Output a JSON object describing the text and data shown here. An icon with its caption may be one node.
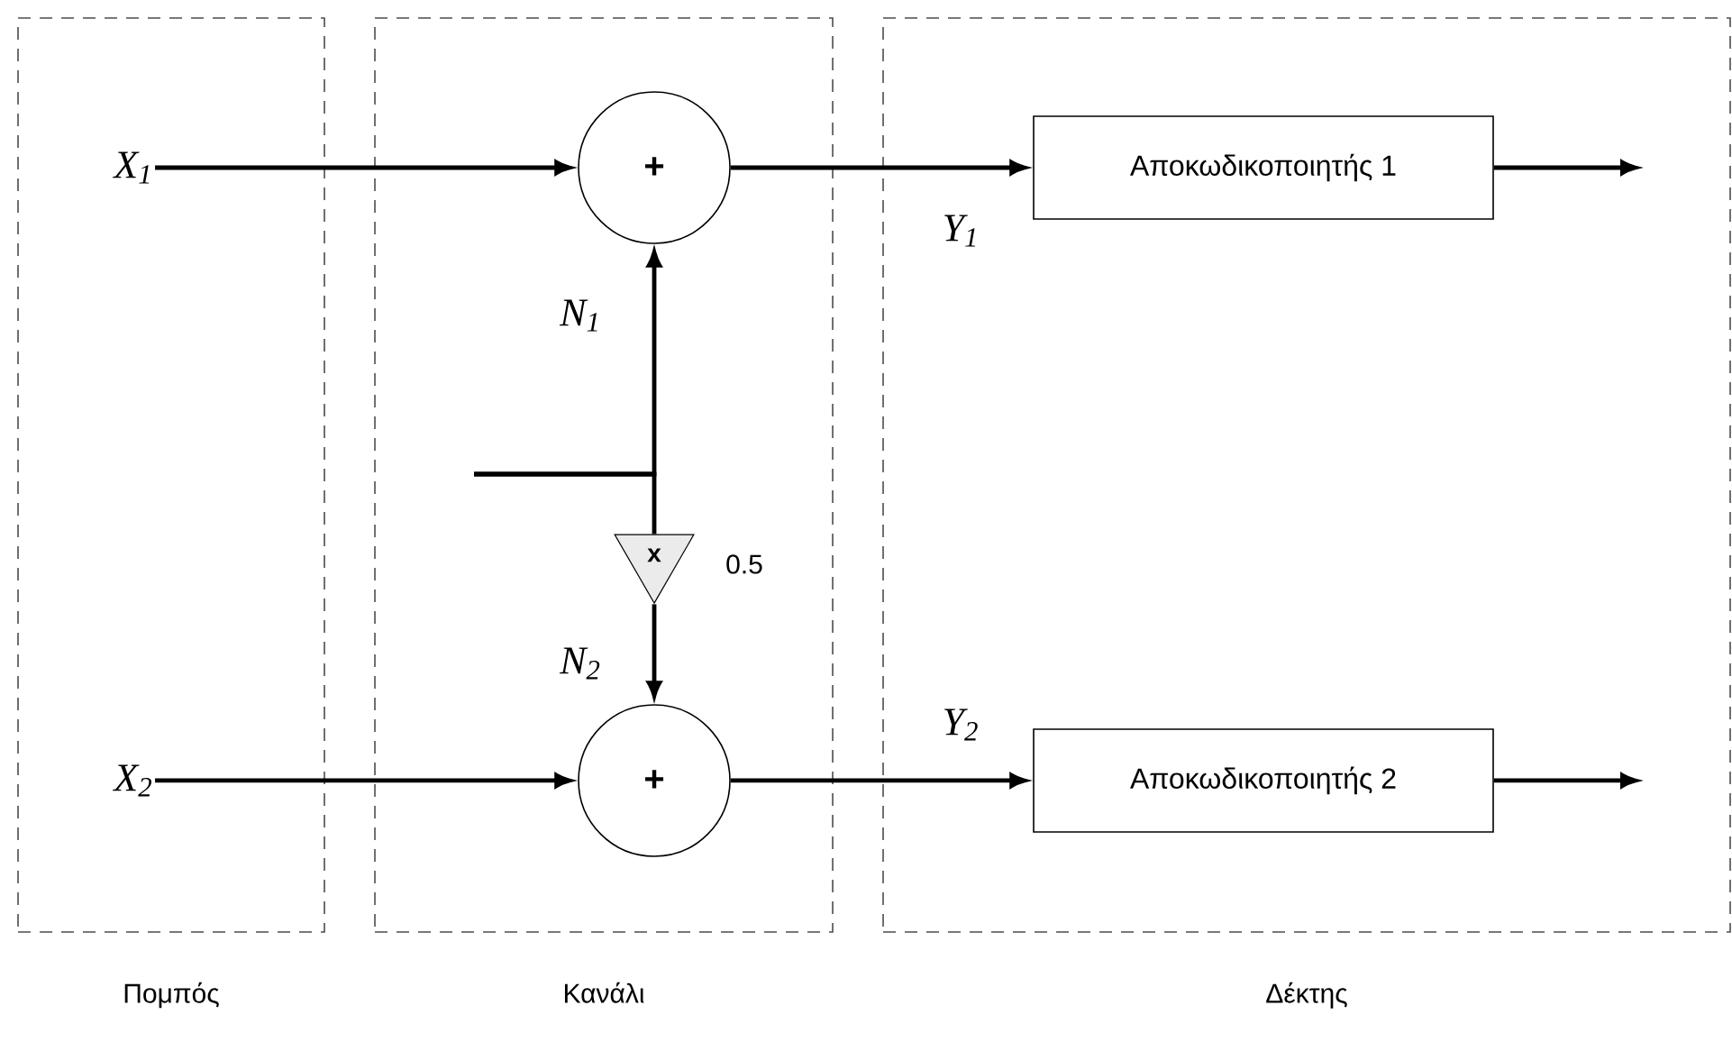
{
  "diagram": {
    "nodes": [
      {
        "text": [
          "Πομπός"
        ]
      },
      {
        "text": [
          "Κανάλι"
        ]
      },
      {
        "text": [
          "Δέκτης"
        ]
      },
      {
        "text": [
          "X$_{1}$"
        ],
        "in": 0
      },
      {
        "text": [
          "X$_{2}$"
        ],
        "in": 0
      },
      {
        "text": [
          "+"
        ],
        "in": 1
      },
      {
        "text": [
          "+"
        ],
        "in": 1
      },
      {
        "text": [
          "x"
        ],
        "beside": [
          "0.5"
        ],
        "in": 1
      },
      {
        "text": [
          "Αποκωδικοποιητής 1"
        ],
        "in": 2
      },
      {
        "text": [
          "Αποκωδικοποιητής 2"
        ],
        "in": 2
      }
    ],
    "edges": [
      {
        "from": 3,
        "to": 5,
        "arrow": "to"
      },
      {
        "from": 4,
        "to": 6,
        "arrow": "to"
      },
      {
        "from": 5,
        "to": 8,
        "arrow": "to",
        "label": "Y$_{1}$"
      },
      {
        "from": 6,
        "to": 9,
        "arrow": "to",
        "label": "Y$_{2}$"
      },
      {
        "from": 8,
        "to": null,
        "arrow": "to"
      },
      {
        "from": 9,
        "to": null,
        "arrow": "to"
      },
      {
        "from": null,
        "to": 5,
        "arrow": "to",
        "label": "N$_{1}$"
      },
      {
        "from": null,
        "to": 7,
        "arrow": "none"
      },
      {
        "from": 7,
        "to": 6,
        "arrow": "to",
        "label": "N$_{2}$"
      }
    ]
  }
}
